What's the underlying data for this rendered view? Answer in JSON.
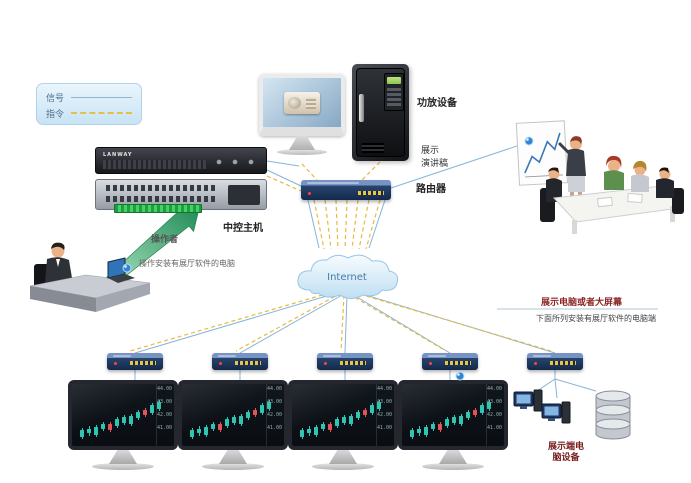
{
  "legend": {
    "signal": "信号",
    "command": "指令"
  },
  "labels": {
    "amplifier": "功放设备",
    "central_host": "中控主机",
    "display": "展示",
    "presentation": "演讲稿",
    "router": "路由器",
    "operator": "操作者",
    "operator_desc": "操作安装有展厅软件的电脑",
    "internet": "Internet",
    "big_screen_title": "展示电脑或者大屏幕",
    "big_screen_desc": "下面所列安装有展厅软件的电脑端",
    "server_line1": "展示端电",
    "server_line2": "脑设备"
  },
  "devices": {
    "rack_brand": "LANWAY"
  },
  "colors": {
    "signal_line": "#85b5d8",
    "command_line": "#e8b93e",
    "router_body": "#27456f",
    "arrow_green": "#1e8a55",
    "candle_up": "#2fc5b2",
    "candle_down": "#e05555"
  },
  "chart_data": {
    "type": "candlestick",
    "description": "rising stock candlestick chart shown on each display monitor",
    "axis_labels": [
      "44.00",
      "43.00",
      "42.00",
      "41.00"
    ],
    "candles": [
      {
        "b": 8,
        "h": 12
      },
      {
        "b": 14,
        "h": 9
      },
      {
        "b": 12,
        "h": 14
      },
      {
        "b": 22,
        "h": 10
      },
      {
        "b": 20,
        "h": 12,
        "r": true
      },
      {
        "b": 28,
        "h": 12
      },
      {
        "b": 34,
        "h": 10
      },
      {
        "b": 32,
        "h": 14
      },
      {
        "b": 42,
        "h": 12
      },
      {
        "b": 48,
        "h": 10,
        "r": true
      },
      {
        "b": 52,
        "h": 14
      },
      {
        "b": 60,
        "h": 12
      }
    ]
  }
}
